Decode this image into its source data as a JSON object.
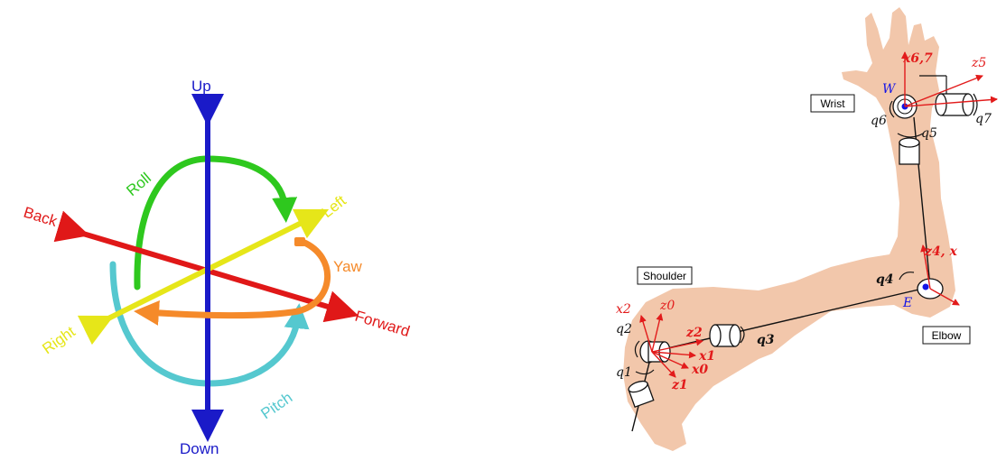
{
  "left_diagram": {
    "axes": {
      "up": "Up",
      "down": "Down",
      "left": "Left",
      "right": "Right",
      "forward": "Forward",
      "back": "Back"
    },
    "rotations": {
      "roll": "Roll",
      "yaw": "Yaw",
      "pitch": "Pitch"
    },
    "colors": {
      "vertical_axis": "#1a1ac8",
      "longitudinal_axis": "#e01818",
      "lateral_axis": "#e6e619",
      "roll": "#2ec81e",
      "yaw": "#f58a2a",
      "pitch": "#55c8cf"
    }
  },
  "right_diagram": {
    "boxes": {
      "wrist": "Wrist",
      "shoulder": "Shoulder",
      "elbow": "Elbow"
    },
    "points": {
      "wrist_point": "W",
      "elbow_point": "E"
    },
    "frame_labels": {
      "x67": "x6,7",
      "z5": "z5",
      "z4x": "z4, x",
      "x2": "x2",
      "z0": "z0",
      "z2": "z2",
      "x1": "x1",
      "x0": "x0",
      "z1": "z1"
    },
    "joint_labels": {
      "q1": "q1",
      "q2": "q2",
      "q3": "q3",
      "q4": "q4",
      "q5": "q5",
      "q6": "q6",
      "q7": "q7"
    },
    "colors": {
      "skin": "#f2c7ab",
      "frame": "#e21b1b",
      "point": "#1414e6"
    }
  }
}
